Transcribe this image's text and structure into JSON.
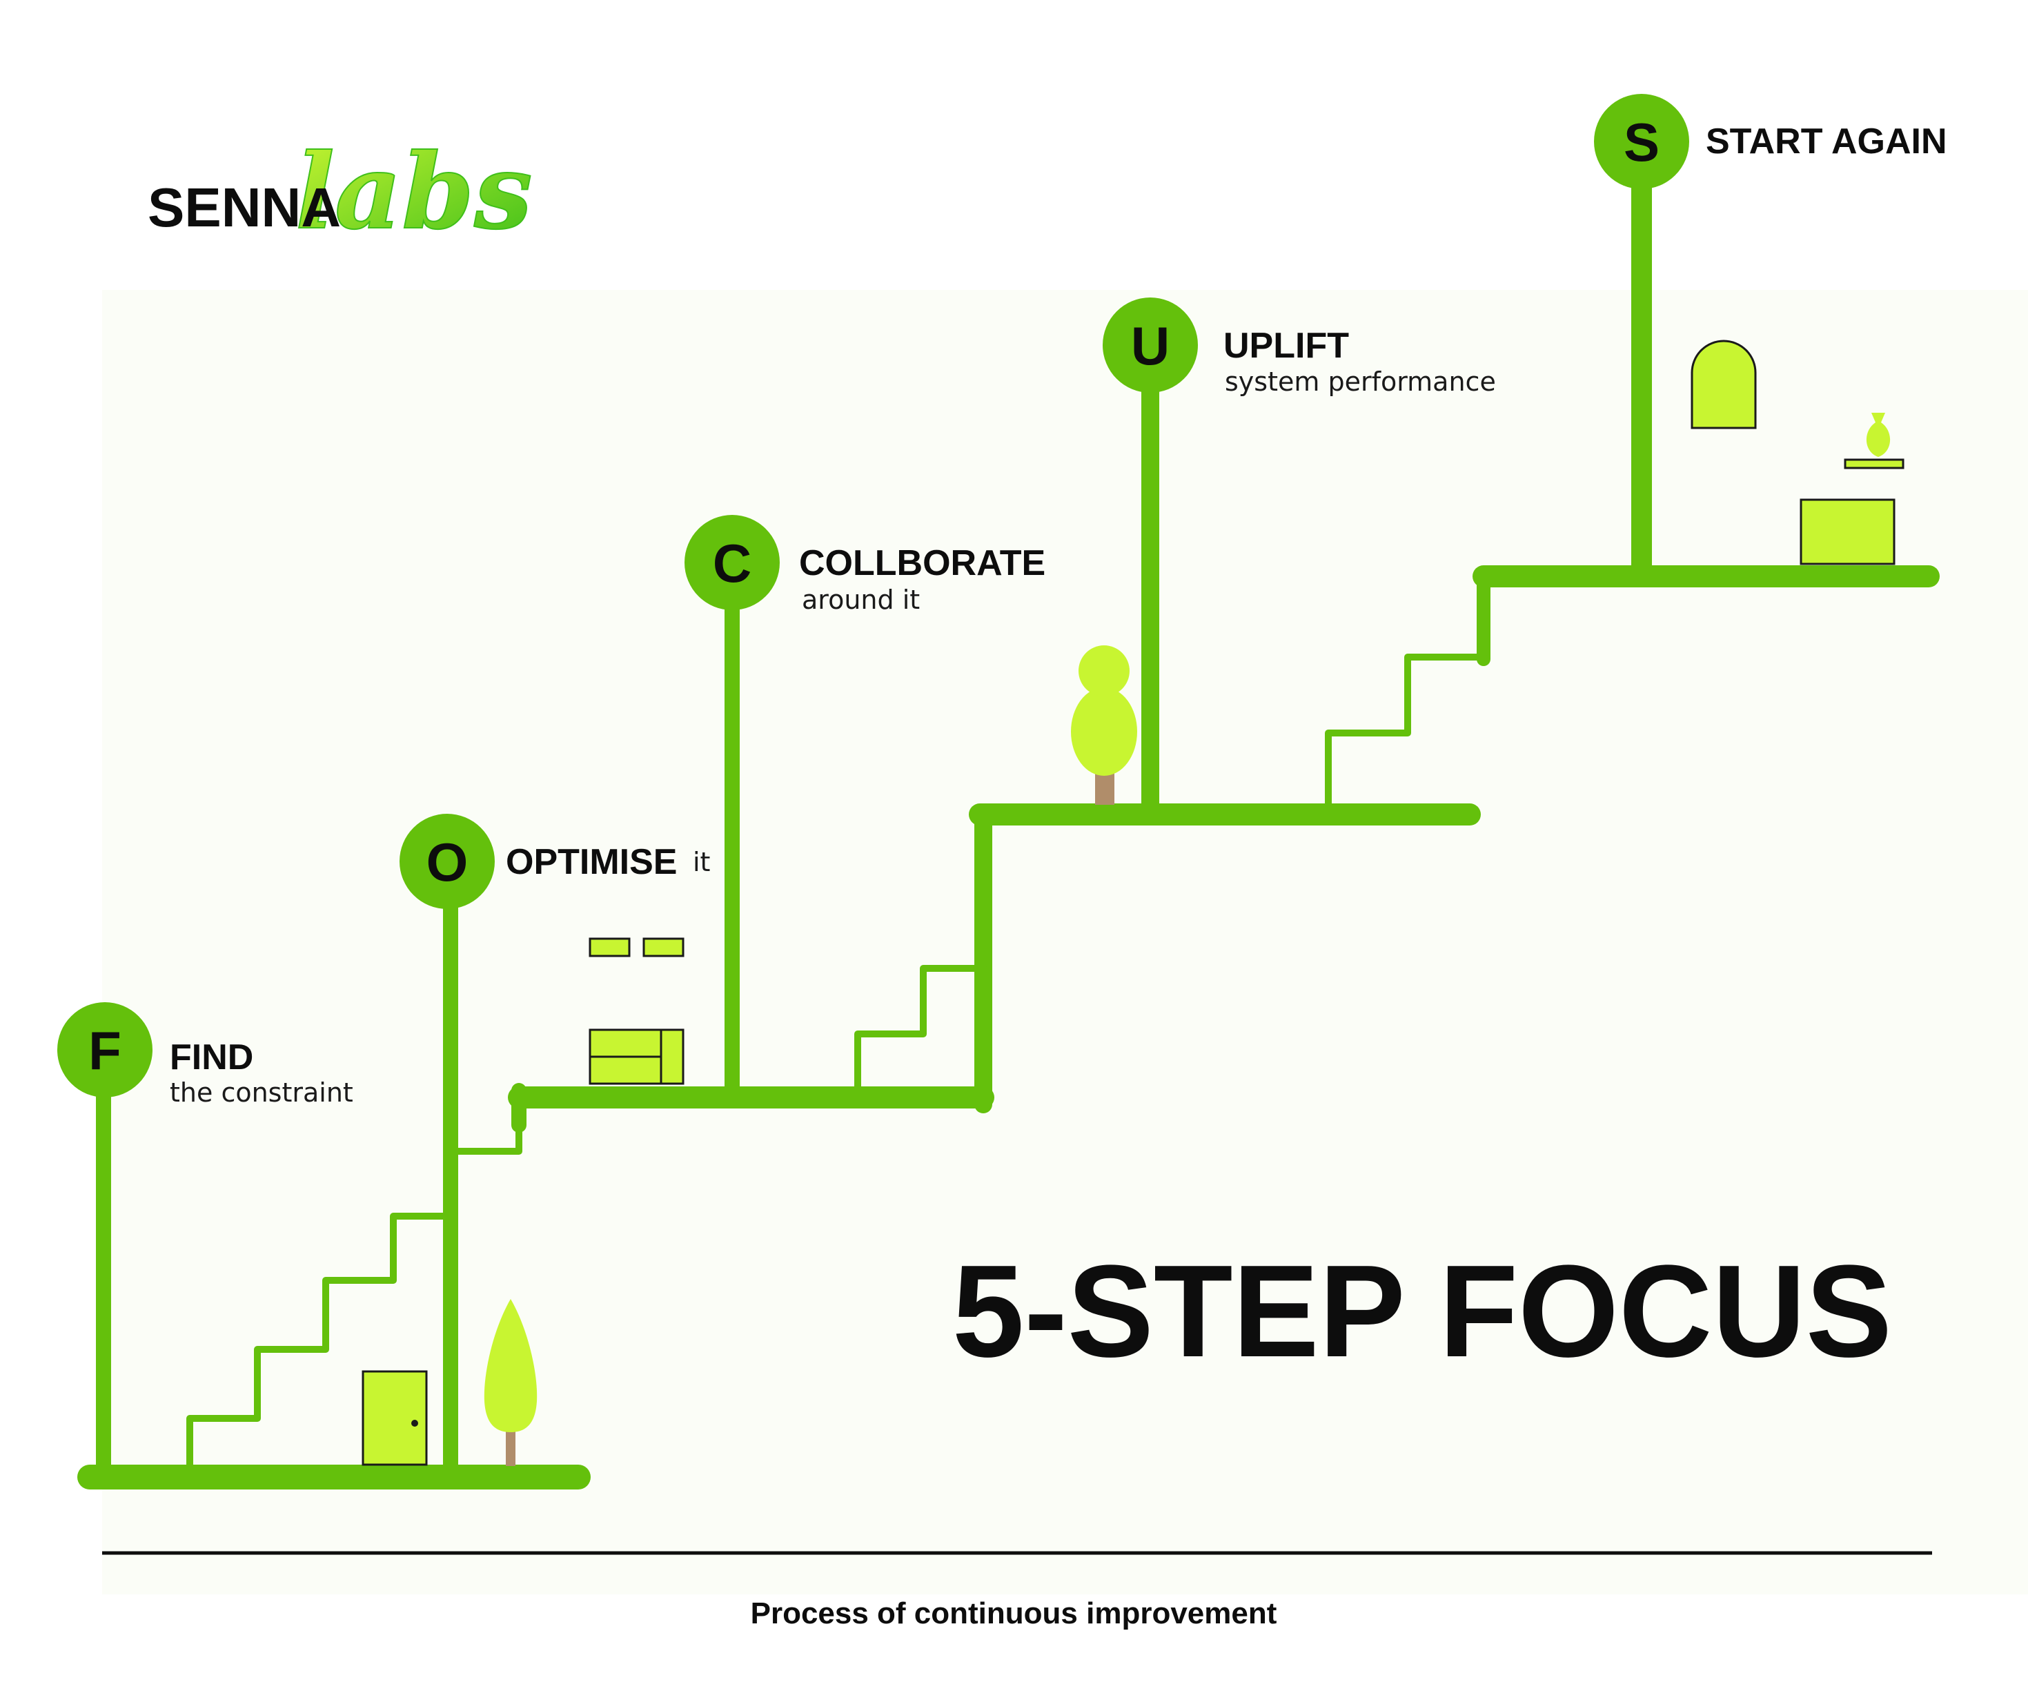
{
  "brand": {
    "main": "SENNA",
    "script": "labs"
  },
  "colors": {
    "stair": "#64c00c",
    "accent": "#c8f531",
    "trunk": "#b08d6a",
    "text": "#0d0d0d",
    "panel": "#fbfdf7"
  },
  "steps": [
    {
      "letter": "F",
      "title": "FIND",
      "subtitle": "the constraint"
    },
    {
      "letter": "O",
      "title": "OPTIMISE",
      "subtitle": "it"
    },
    {
      "letter": "C",
      "title": "COLLBORATE",
      "subtitle": "around it"
    },
    {
      "letter": "U",
      "title": "UPLIFT",
      "subtitle": "system performance"
    },
    {
      "letter": "S",
      "title": "START AGAIN",
      "subtitle": ""
    }
  ],
  "headline": "5-STEP FOCUS",
  "caption": "Process of continuous improvement"
}
